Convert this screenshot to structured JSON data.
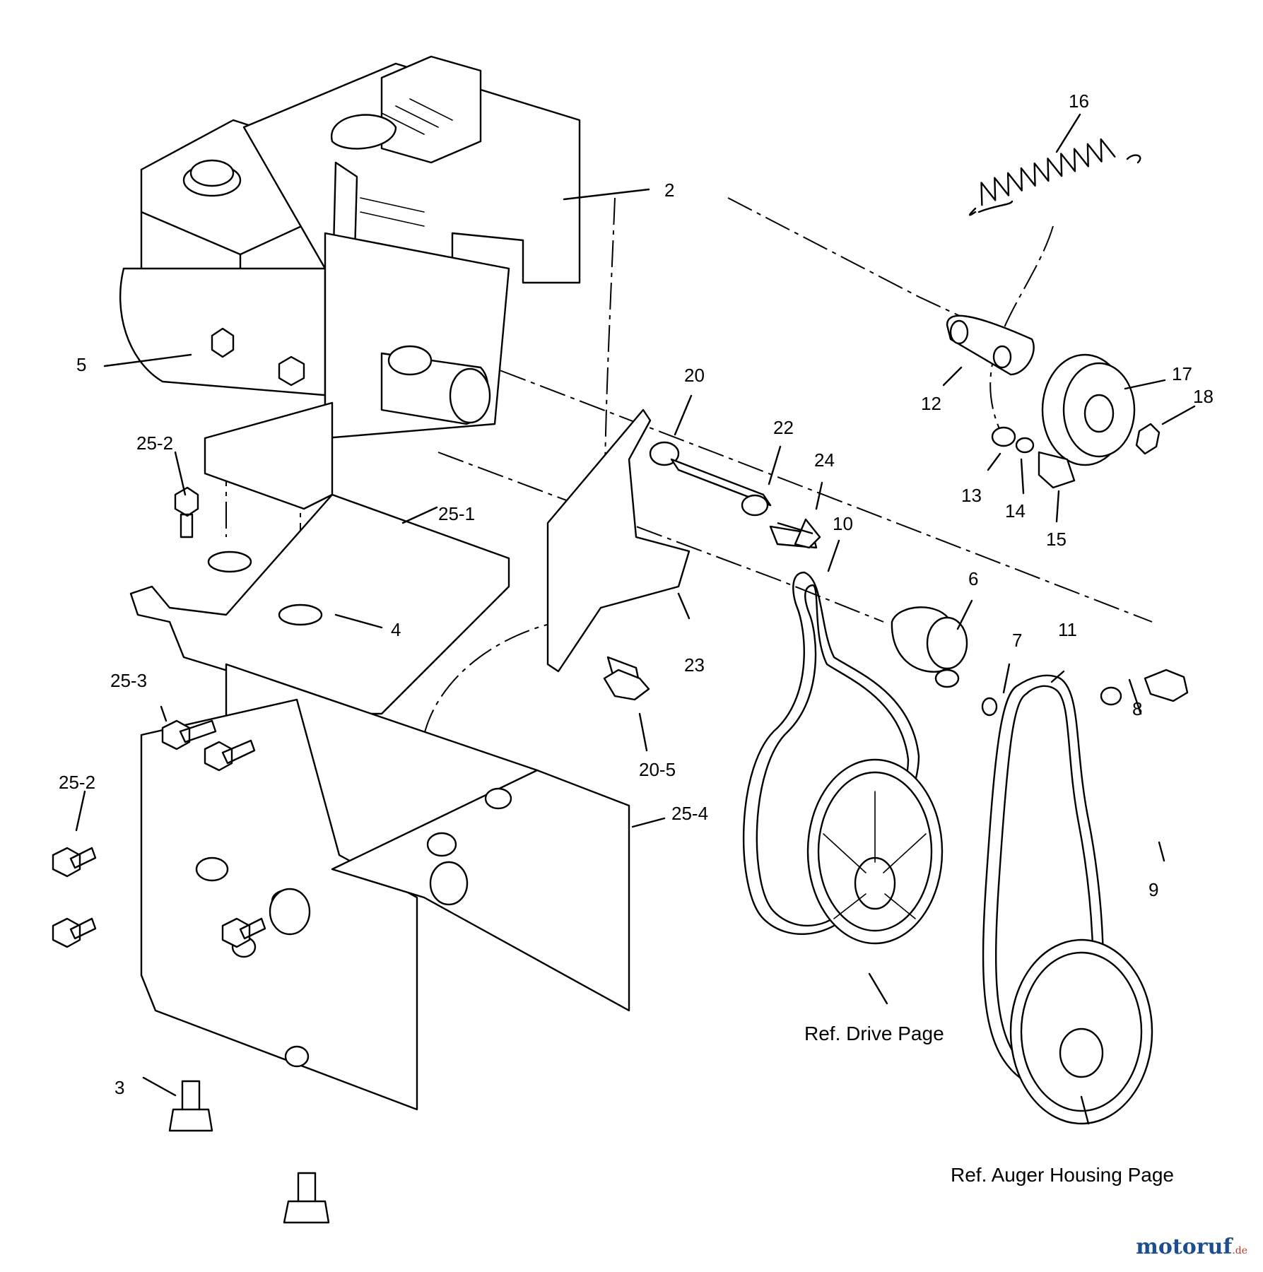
{
  "labels": {
    "l2": "2",
    "l3": "3",
    "l4": "4",
    "l5": "5",
    "l6": "6",
    "l7": "7",
    "l8": "8",
    "l9": "9",
    "l10": "10",
    "l11": "11",
    "l12": "12",
    "l13": "13",
    "l14": "14",
    "l15": "15",
    "l16": "16",
    "l17": "17",
    "l18": "18",
    "l20": "20",
    "l20_5": "20-5",
    "l22": "22",
    "l23": "23",
    "l24": "24",
    "l25_1": "25-1",
    "l25_2a": "25-2",
    "l25_2b": "25-2",
    "l25_3": "25-3",
    "l25_4": "25-4"
  },
  "references": {
    "drive": "Ref. Drive Page",
    "auger": "Ref. Auger Housing Page"
  },
  "watermark": {
    "brand": "motoruf",
    "ext": ".de"
  }
}
